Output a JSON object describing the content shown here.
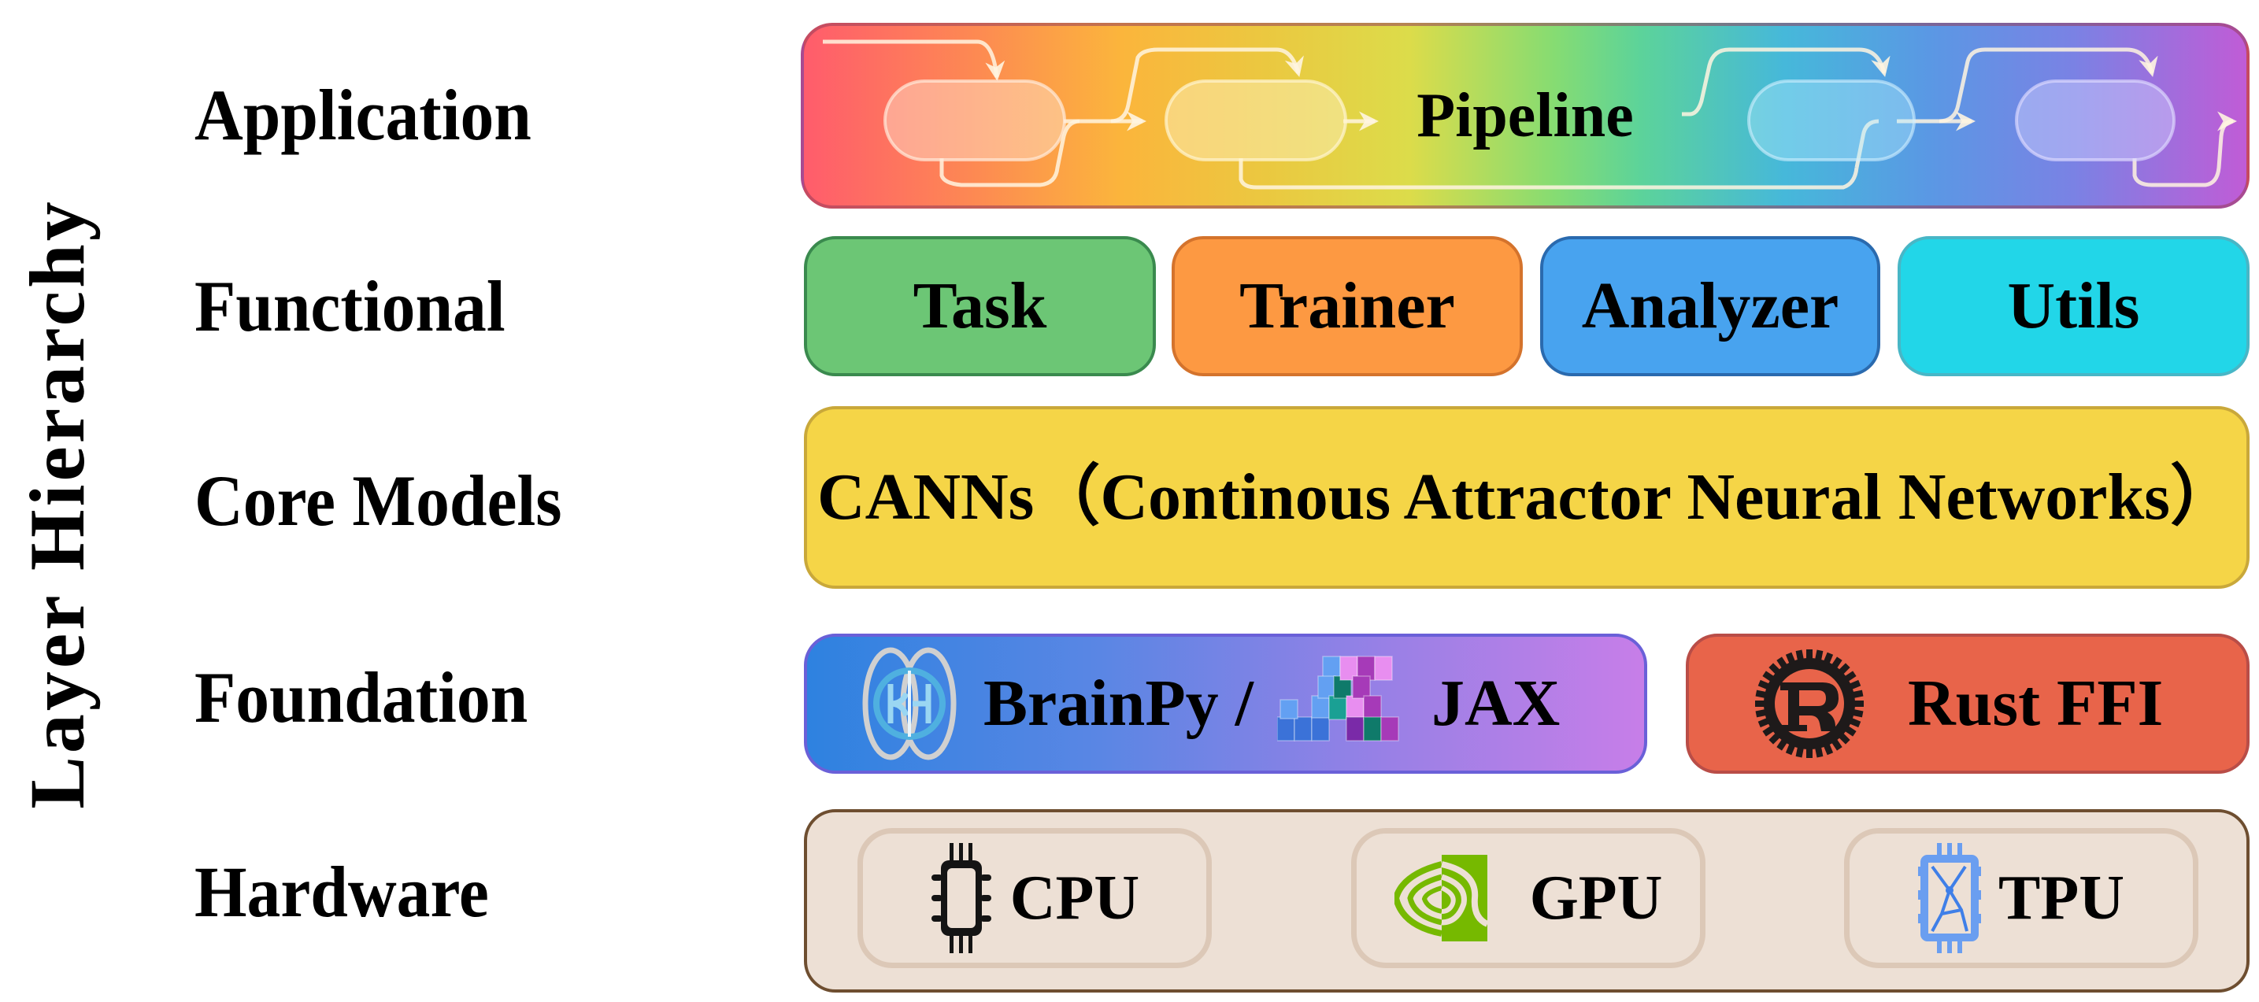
{
  "axis_title": "Layer Hierarchy",
  "layers": [
    {
      "label": "Application"
    },
    {
      "label": "Functional"
    },
    {
      "label": "Core Models"
    },
    {
      "label": "Foundation"
    },
    {
      "label": "Hardware"
    }
  ],
  "application": {
    "label": "Pipeline",
    "icon": "pipeline-flow-icon"
  },
  "functional": {
    "modules": [
      {
        "label": "Task",
        "color": "#6cc675"
      },
      {
        "label": "Trainer",
        "color": "#fd9942"
      },
      {
        "label": "Analyzer",
        "color": "#48a3ef"
      },
      {
        "label": "Utils",
        "color": "#22d6e8"
      }
    ]
  },
  "core_models": {
    "label": "CANNs（Continous Attractor Neural Networks）",
    "color": "#f5d547"
  },
  "foundation": {
    "brainpy_label": "BrainPy /",
    "jax_label": "JAX",
    "rust_label": "Rust FFI",
    "rust_color": "#e8644a"
  },
  "hardware": {
    "items": [
      {
        "label": "CPU",
        "icon": "cpu-chip-icon"
      },
      {
        "label": "GPU",
        "icon": "nvidia-gpu-icon"
      },
      {
        "label": "TPU",
        "icon": "tpu-chip-icon"
      }
    ]
  }
}
